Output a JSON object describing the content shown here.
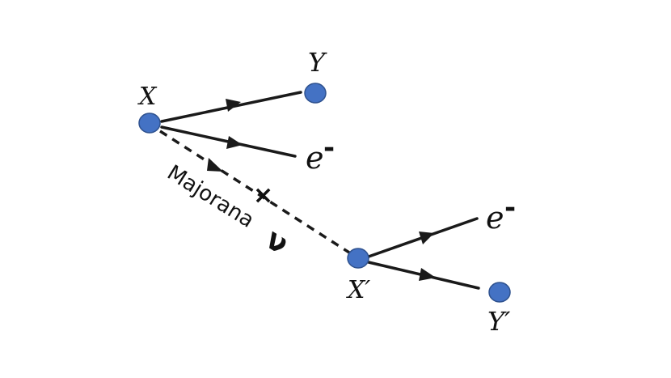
{
  "diagram": {
    "labels": {
      "x": "X",
      "y": "Y",
      "e_top": "e",
      "e_top_sup": "-",
      "x_prime": "X′",
      "e_bottom": "e",
      "e_bottom_sup": "-",
      "y_prime": "Y′",
      "majorana": "Majorana",
      "nu": "ν",
      "cross": "×"
    },
    "colors": {
      "node_fill": "#4472c4",
      "line": "#1a1a1a"
    }
  }
}
